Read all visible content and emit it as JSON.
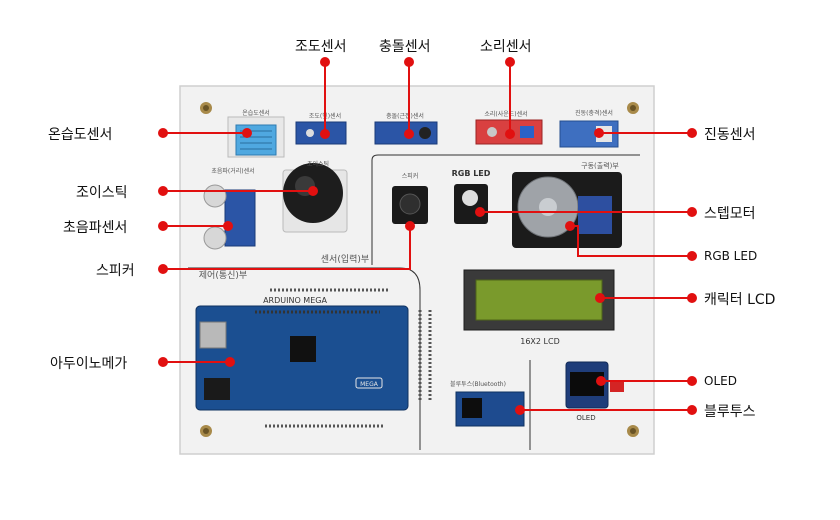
{
  "labels": {
    "temp_humidity": "온습도센서",
    "joystick": "조이스틱",
    "ultrasonic": "초음파센서",
    "speaker": "스피커",
    "arduino_mega": "아두이노메가",
    "illuminance": "조도센서",
    "collision": "충돌센서",
    "sound": "소리센서",
    "vibration": "진동센서",
    "stepper_motor": "스텝모터",
    "rgb_led": "RGB LED",
    "character_lcd": "캐릭터 LCD",
    "oled": "OLED",
    "bluetooth": "블루투스"
  },
  "board": {
    "temp_humidity_silk": "온습도센서",
    "illuminance_silk": "조도(빛)센서",
    "collision_silk": "충돌(근접)센서",
    "sound_silk": "소리(사운드)센서",
    "vibration_silk": "진동(충격)센서",
    "joystick_silk": "조이스틱",
    "ultrasonic_silk": "초음파(거리)센서",
    "speaker_silk": "스피커",
    "rgb_silk": "RGB LED",
    "drive_section": "구동(출력)부",
    "sensor_section": "센서(입력)부",
    "comm_section": "제어(통신)부",
    "arduino_silk": "ARDUINO MEGA",
    "mega_logo": "MEGA",
    "lcd_silk": "16X2 LCD",
    "bluetooth_silk": "블루투스(Bluetooth)",
    "oled_silk": "OLED"
  },
  "colors": {
    "callout": "#e11010",
    "board_bg": "#f1f1f1",
    "arduino_blue": "#1b4f91",
    "lcd_green": "#7a9a2c"
  }
}
